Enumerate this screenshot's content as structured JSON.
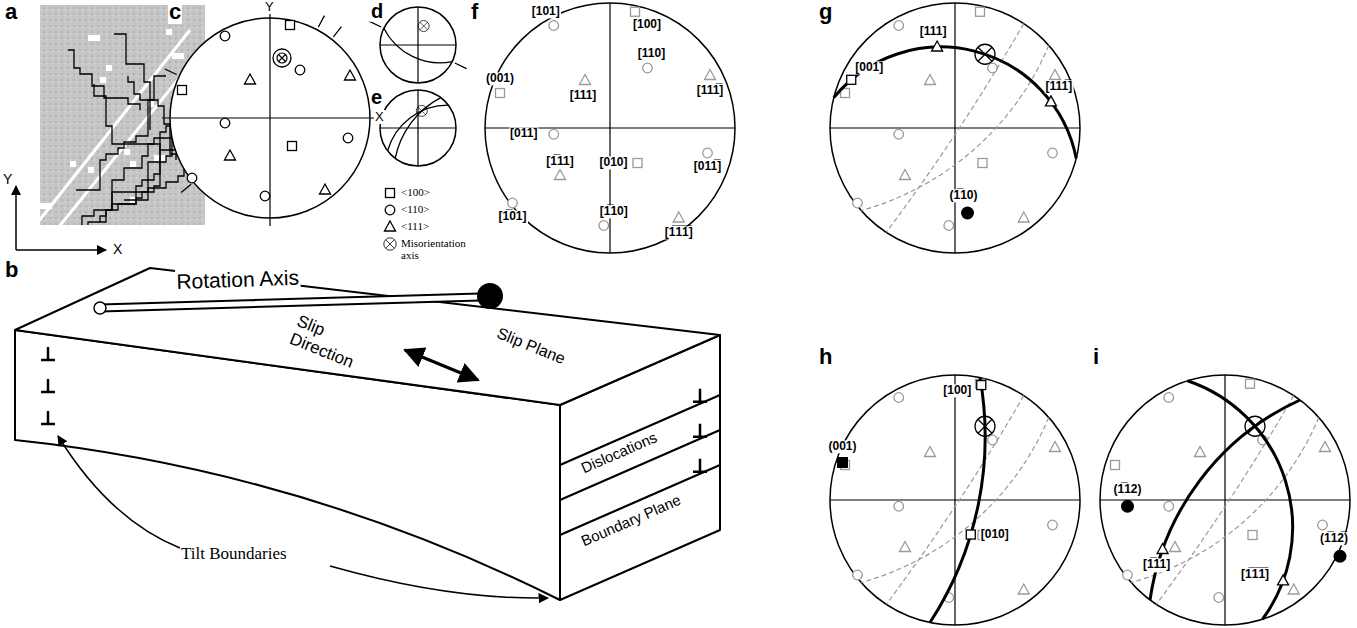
{
  "diagram": {
    "labels": [
      "a",
      "Y",
      "X",
      "c",
      "Y",
      "X",
      "d",
      "e",
      "b",
      "Rotation Axis",
      "Slip Direction",
      "Slip Plane",
      "Dislocations",
      "Tilt Boundaries",
      "Boundary Plane",
      "f",
      "[101]",
      "[100]",
      "(001)",
      "[111]",
      "[110]",
      "[111̅]",
      "[011]",
      "[1̅11]",
      "[010]",
      "[1̅10]",
      "[011̅]",
      "[1̅01]",
      "[1̅1̅1̅]",
      "g",
      "[111]",
      "[111̅]",
      "[001]",
      "(1̅10)",
      "h",
      "[100]",
      "(001)",
      "[010]",
      "i",
      "(1̅12)",
      "[1̅11]",
      "[1̅1̅1̅]",
      "(1̅12̅)"
    ],
    "legend": [
      {
        "text": "<100>"
      },
      {
        "text": "<110>"
      },
      {
        "text": "<111>"
      },
      {
        "text": "Misorientation axis"
      }
    ]
  }
}
